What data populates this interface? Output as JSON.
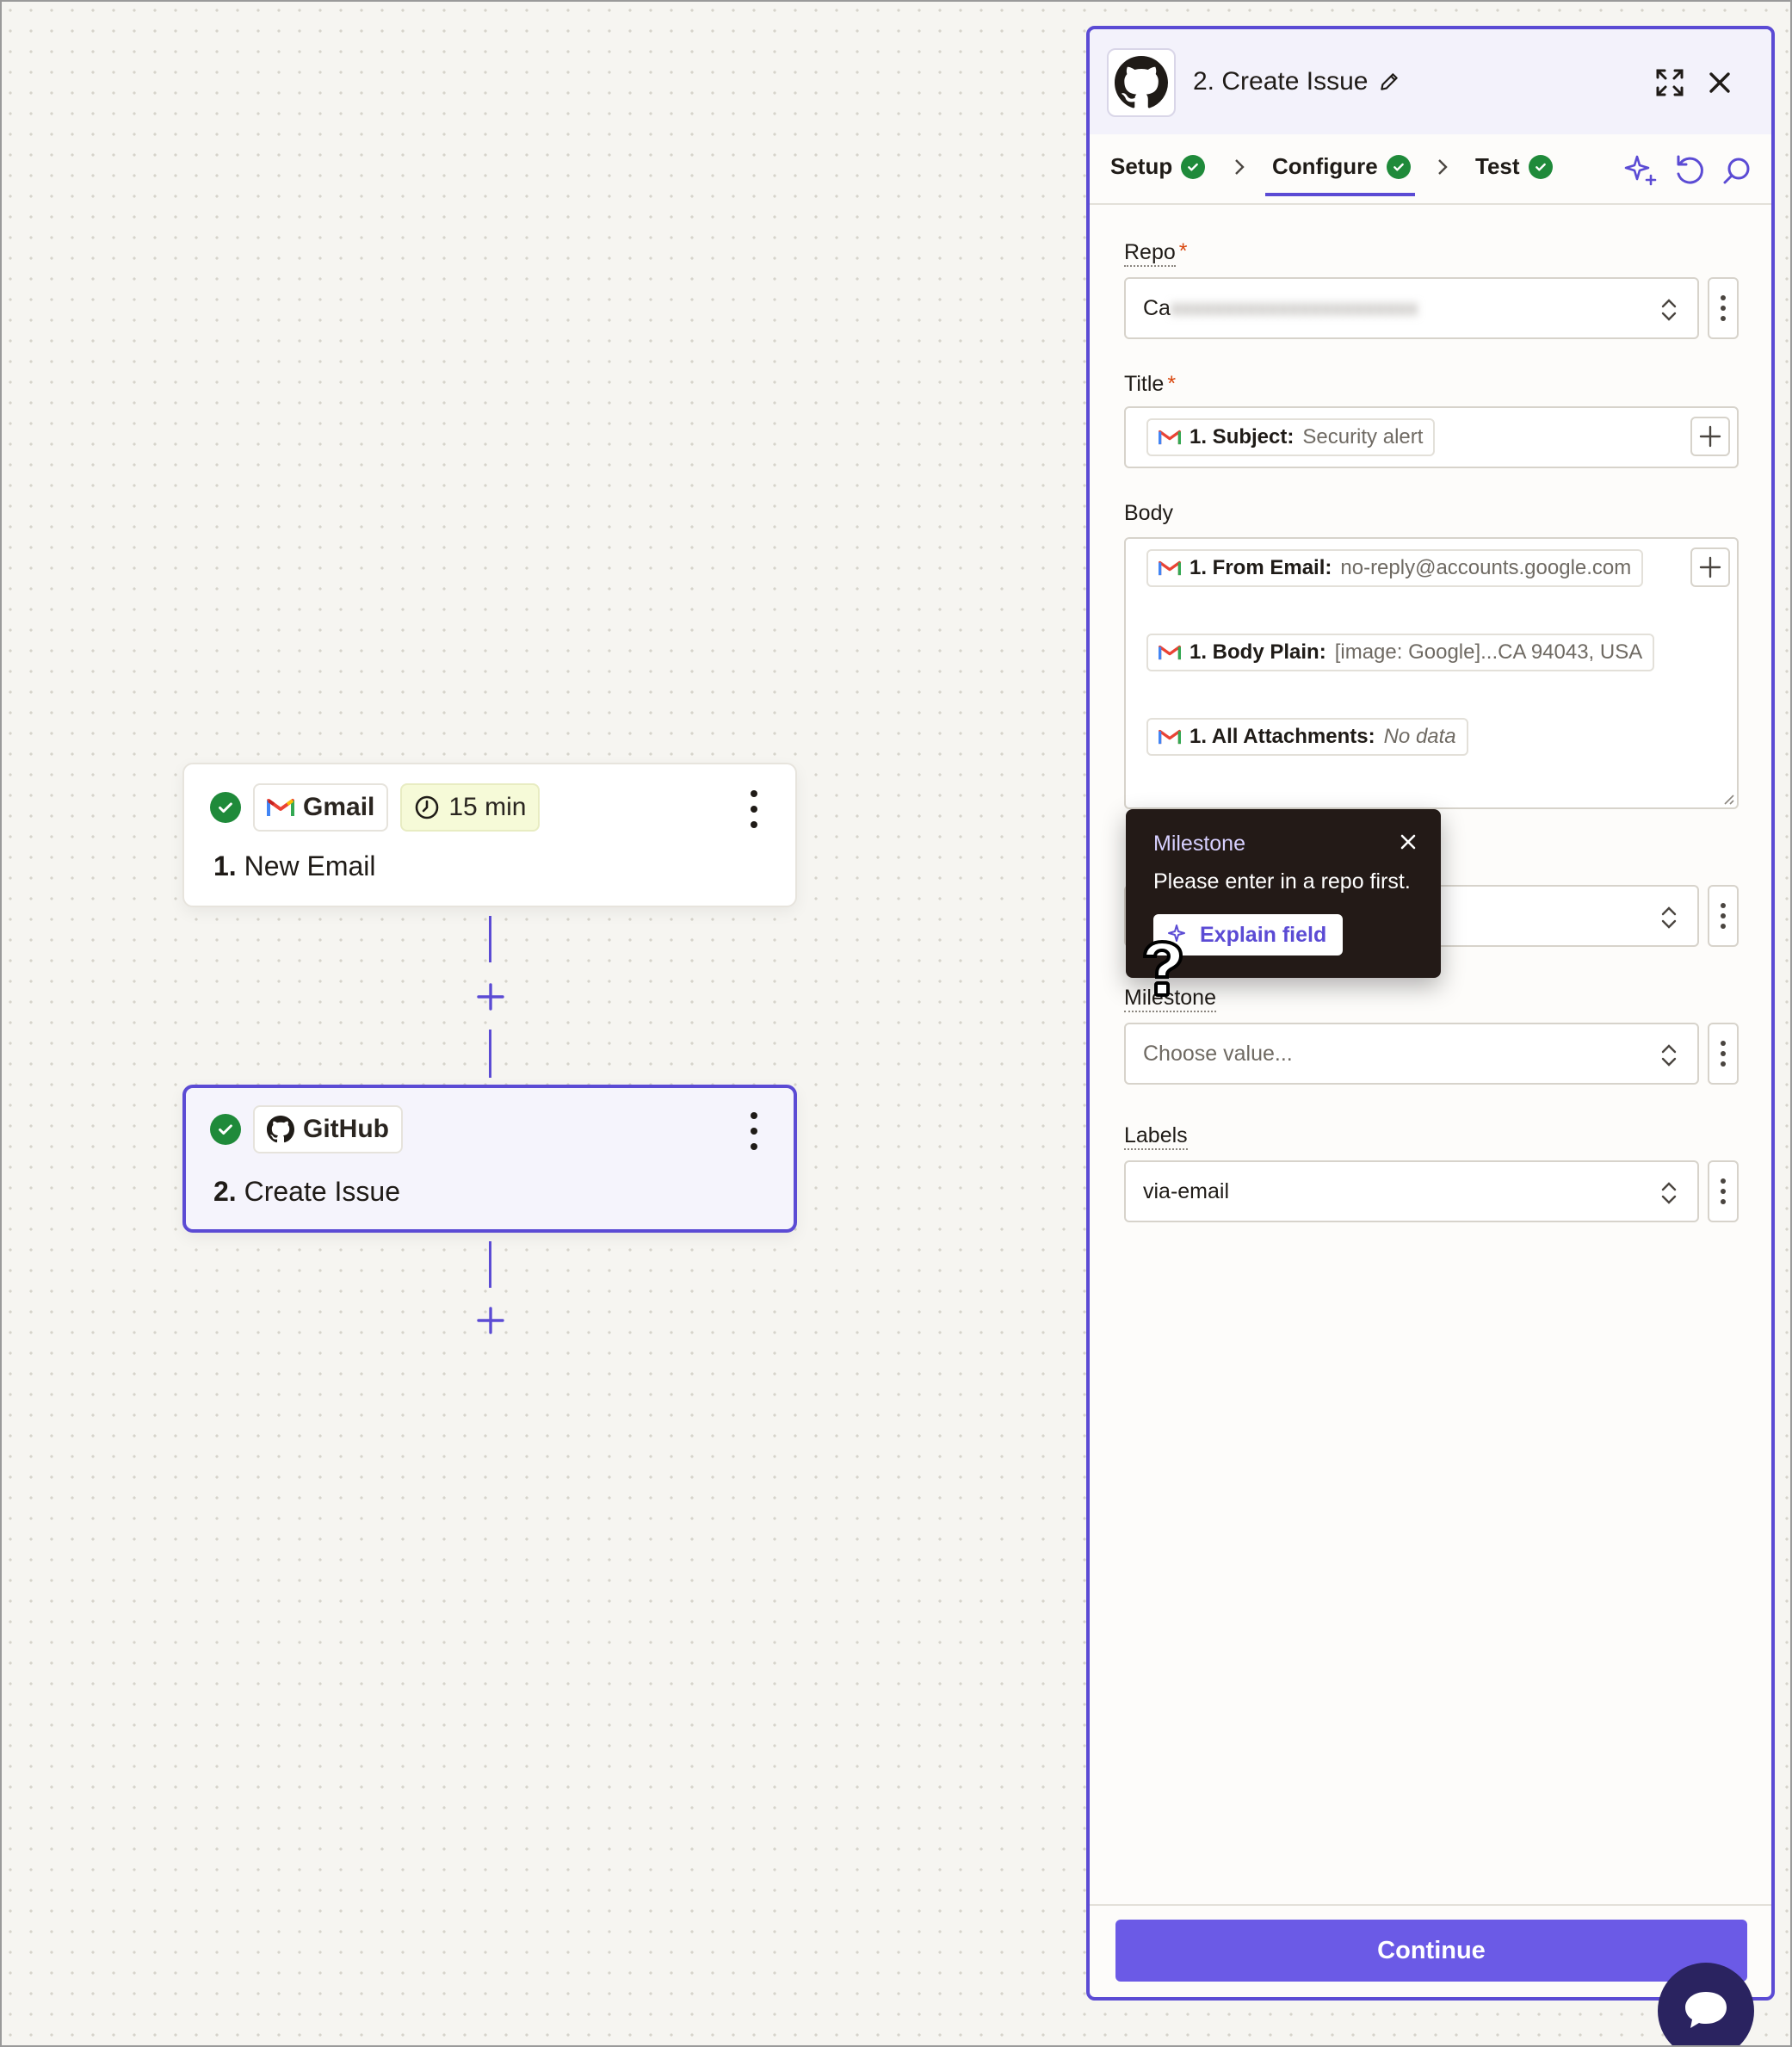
{
  "canvas": {
    "steps": [
      {
        "app": "Gmail",
        "badge": "15 min",
        "number": "1.",
        "title": "New Email"
      },
      {
        "app": "GitHub",
        "number": "2.",
        "title": "Create Issue"
      }
    ]
  },
  "panel": {
    "title": "2. Create Issue",
    "tabs": [
      "Setup",
      "Configure",
      "Test"
    ],
    "active_tab": "Configure",
    "fields": {
      "repo": {
        "label": "Repo",
        "value": "Ca",
        "value_obscured": "xxxxxxxxxxxxxxxxxxxxxxx"
      },
      "title": {
        "label": "Title",
        "pill": {
          "key": "1. Subject:",
          "value": "Security alert"
        }
      },
      "body": {
        "label": "Body",
        "pills": [
          {
            "key": "1. From Email:",
            "value": "no-reply@accounts.google.com"
          },
          {
            "key": "1. Body Plain:",
            "value": "[image: Google]...CA 94043, USA"
          },
          {
            "key": "1. All Attachments:",
            "value": "No data"
          }
        ]
      },
      "milestone": {
        "label": "Milestone",
        "placeholder": "Choose value..."
      },
      "labels": {
        "label": "Labels",
        "value": "via-email"
      }
    },
    "tooltip": {
      "title": "Milestone",
      "text": "Please enter in a repo first.",
      "button": "Explain field"
    },
    "continue_label": "Continue"
  },
  "colors": {
    "accent": "#5b4bd4",
    "button": "#6b5ae6",
    "success": "#1f8a3a",
    "required": "#d9480f"
  },
  "icons": [
    "check-circle-icon",
    "gmail-icon",
    "clock-icon",
    "github-icon",
    "more-vertical-icon",
    "plus-icon",
    "pencil-icon",
    "expand-icon",
    "close-icon",
    "chevron-right-icon",
    "sparkle-icon",
    "undo-icon",
    "search-icon",
    "updown-icon",
    "chat-icon"
  ]
}
